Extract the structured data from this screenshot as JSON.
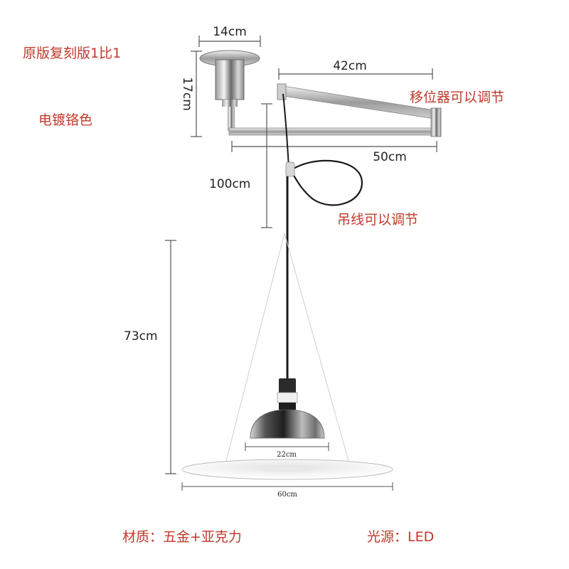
{
  "labels": {
    "replica": "原版复刻版1比1",
    "plating": "电镀铬色",
    "arm_adjustable": "移位器可以调节",
    "cord_adjustable": "吊线可以调节",
    "material": "材质：五金+亚克力",
    "light_source": "光源：LED"
  },
  "dimensions": {
    "canopy_width": "14cm",
    "canopy_height": "17cm",
    "arm_length": "42cm",
    "arm_span": "50cm",
    "cord_length": "100cm",
    "lamp_height": "73cm",
    "shade_width": "22cm",
    "disc_width": "60cm"
  },
  "colors": {
    "label_red": "#c0392b",
    "chrome_dark": "#3a3a3a",
    "chrome_light": "#e6e6e6",
    "cord": "#1a1a1a",
    "disc": "#f2f2f2"
  }
}
